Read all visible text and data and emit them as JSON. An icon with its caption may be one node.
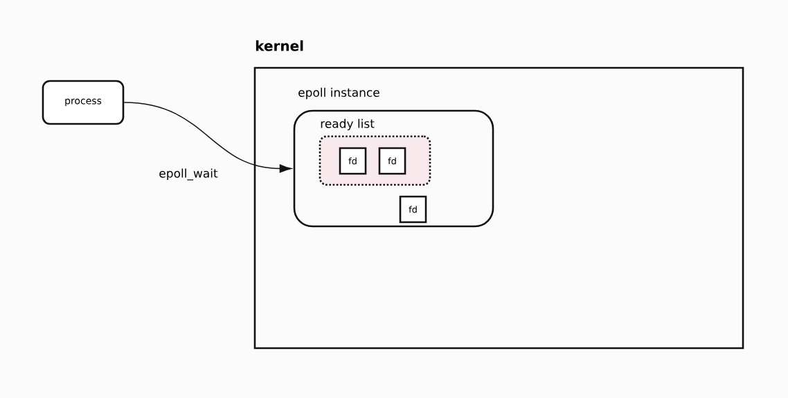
{
  "diagram": {
    "nodes": [
      {
        "text": [
          "process"
        ]
      },
      {
        "text": [
          "kernel"
        ]
      },
      {
        "text": [
          "epoll instance"
        ],
        "in": 1
      },
      {
        "text": [
          "ready list"
        ],
        "in": 2
      },
      {
        "text": [
          "fd"
        ],
        "in": 3
      },
      {
        "text": [
          "fd"
        ],
        "in": 3
      },
      {
        "text": [
          "fd"
        ],
        "in": 2
      }
    ],
    "edges": [
      {
        "from": 0,
        "to": 2,
        "arrow": "to",
        "label": "epoll_wait"
      }
    ]
  }
}
